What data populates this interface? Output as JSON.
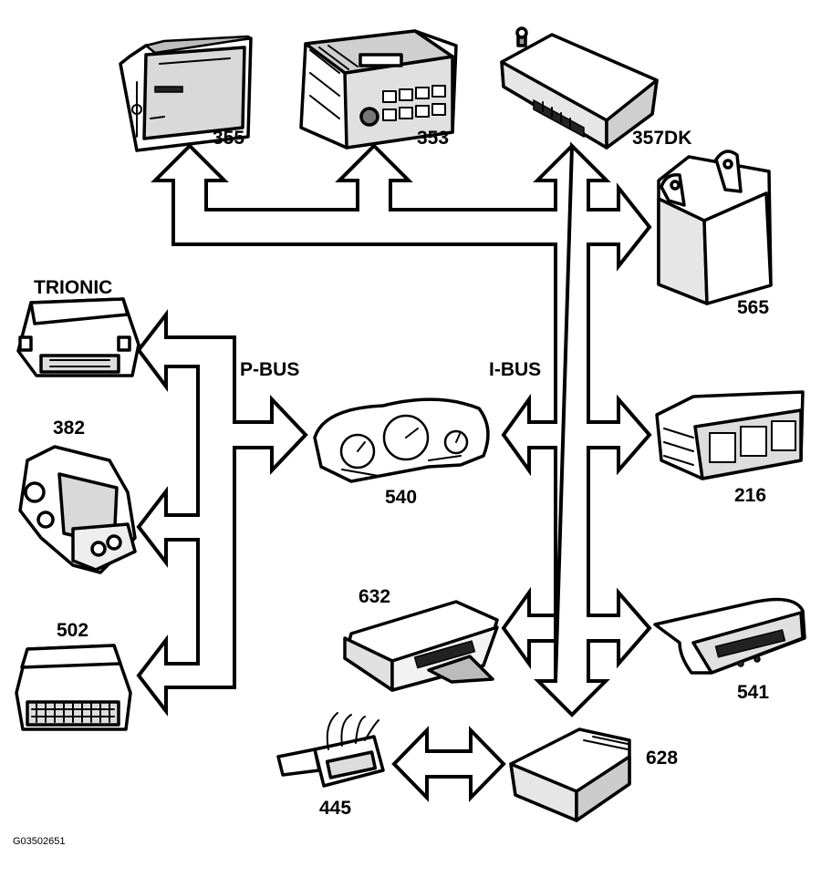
{
  "buses": {
    "p_bus": "P-BUS",
    "i_bus": "I-BUS"
  },
  "components": {
    "c355": "355",
    "c353": "353",
    "c357dk": "357DK",
    "c565": "565",
    "c216": "216",
    "c541": "541",
    "c628": "628",
    "c632": "632",
    "c540": "540",
    "c445": "445",
    "c502": "502",
    "c382": "382",
    "trionic": "TRIONIC"
  },
  "figure_code": "G03502651"
}
